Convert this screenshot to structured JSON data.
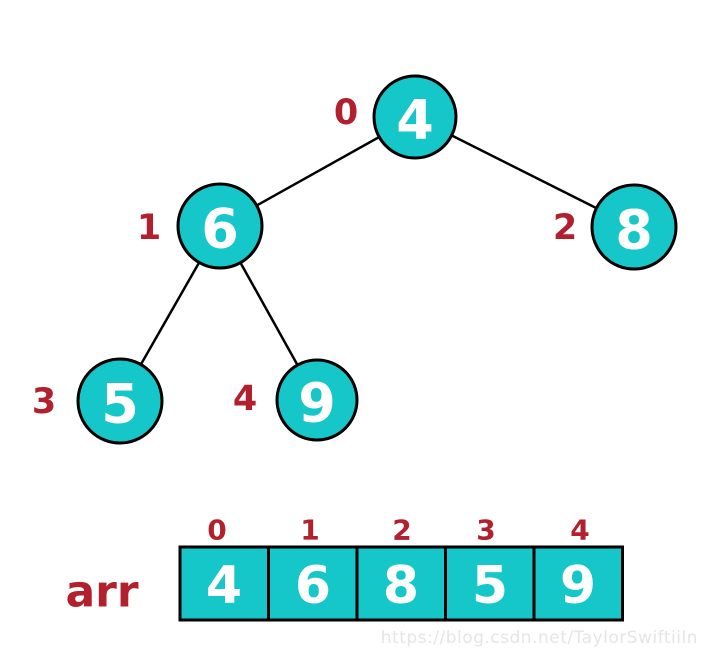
{
  "diagram": {
    "title": "binary heap tree with array representation",
    "colors": {
      "node_fill": "#15c7c9",
      "node_stroke": "#000000",
      "index_label": "#b21f2d",
      "value_text": "#ffffff",
      "background": "#ffffff",
      "watermark_text_color": "#e5e5e5"
    },
    "tree": {
      "nodes": [
        {
          "index": "0",
          "value": "4"
        },
        {
          "index": "1",
          "value": "6"
        },
        {
          "index": "2",
          "value": "8"
        },
        {
          "index": "3",
          "value": "5"
        },
        {
          "index": "4",
          "value": "9"
        }
      ],
      "edges": [
        {
          "from": "0",
          "to": "1"
        },
        {
          "from": "0",
          "to": "2"
        },
        {
          "from": "1",
          "to": "3"
        },
        {
          "from": "1",
          "to": "4"
        }
      ]
    },
    "array": {
      "label": "arr",
      "indices": [
        "0",
        "1",
        "2",
        "3",
        "4"
      ],
      "values": [
        "4",
        "6",
        "8",
        "5",
        "9"
      ]
    },
    "watermark": "https://blog.csdn.net/TaylorSwiftiiln"
  }
}
